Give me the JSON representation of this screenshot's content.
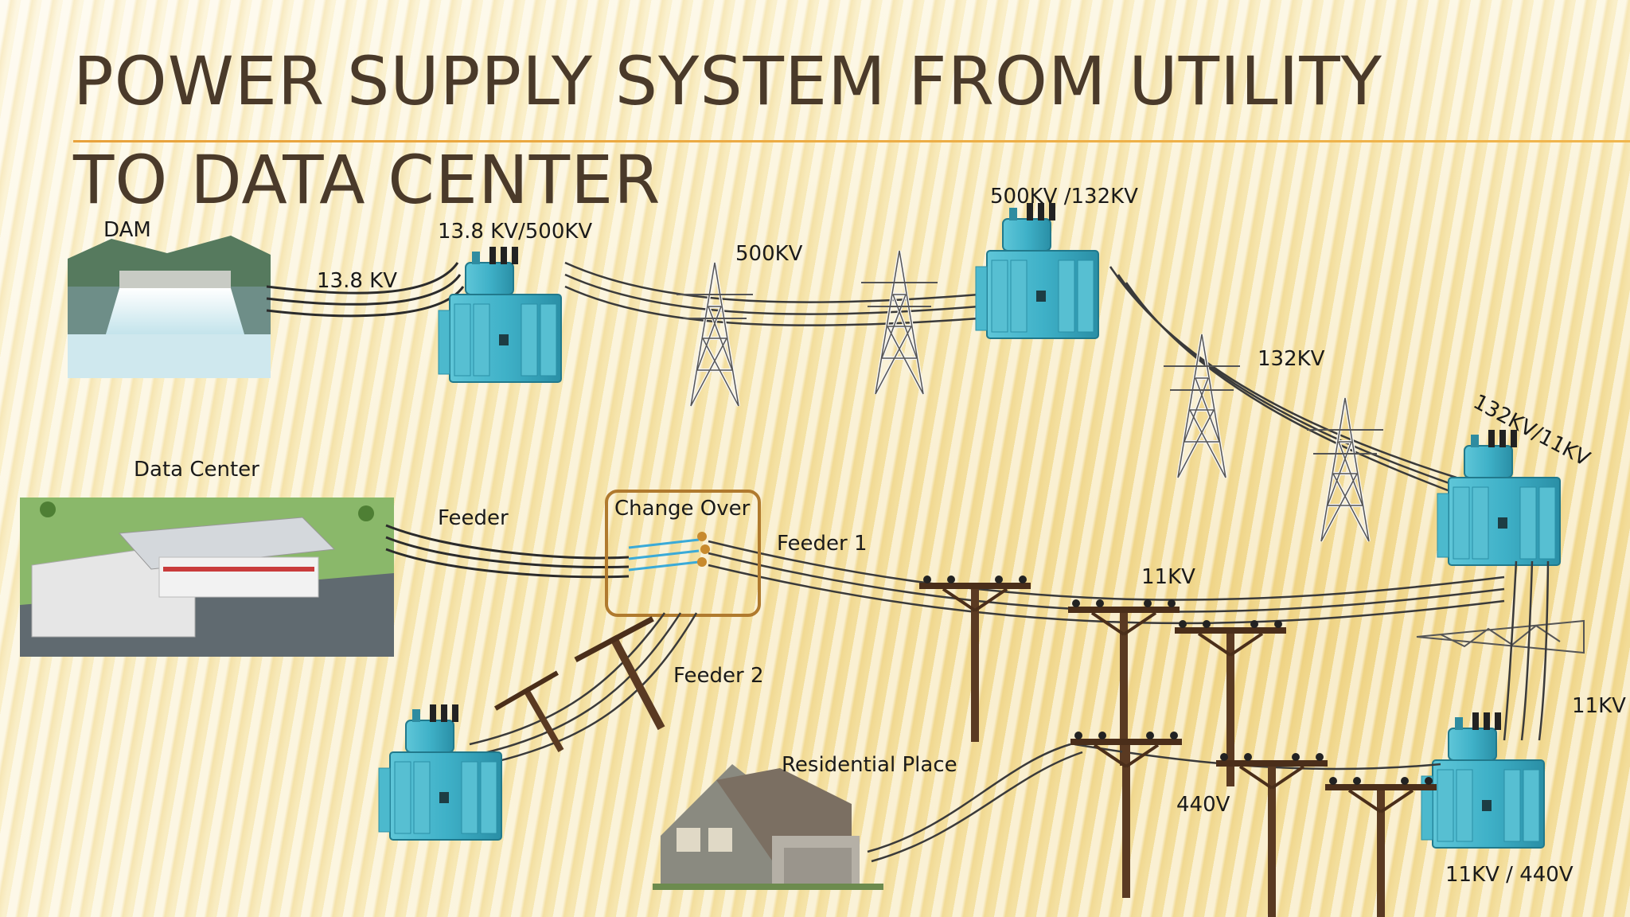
{
  "slide": {
    "title": "POWER SUPPLY SYSTEM FROM UTILITY TO DATA CENTER"
  },
  "labels": {
    "dam": "DAM",
    "v_13_8": "13.8 KV",
    "tx_13_8_500": "13.8 KV/500KV",
    "v_500": "500KV",
    "tx_500_132": "500KV /132KV",
    "v_132": "132KV",
    "tx_132_11": "132KV/11KV",
    "data_center": "Data Center",
    "feeder": "Feeder",
    "change_over": "Change Over",
    "feeder_1": "Feeder 1",
    "v_11_line": "11KV",
    "feeder_2": "Feeder 2",
    "v_11_right": "11KV",
    "residential": "Residential Place",
    "v_440": "440V",
    "tx_11_440": "11KV / 440V"
  },
  "colors": {
    "title": "#4a3a2a",
    "title_rule": "#e8a23c",
    "transformer": "#3fb1c8",
    "tower": "#f4f4f4",
    "pole": "#5a3a22",
    "wire": "#2b2b2b",
    "change_over_box": "#b07a2e",
    "water": "#dff2f6",
    "building": "#e8e8e8",
    "grass": "#7fae5a"
  },
  "icons": [
    "dam-image",
    "transformer-icon",
    "transmission-tower-icon",
    "utility-pole-icon",
    "data-center-image",
    "house-image",
    "change-over-switch"
  ]
}
